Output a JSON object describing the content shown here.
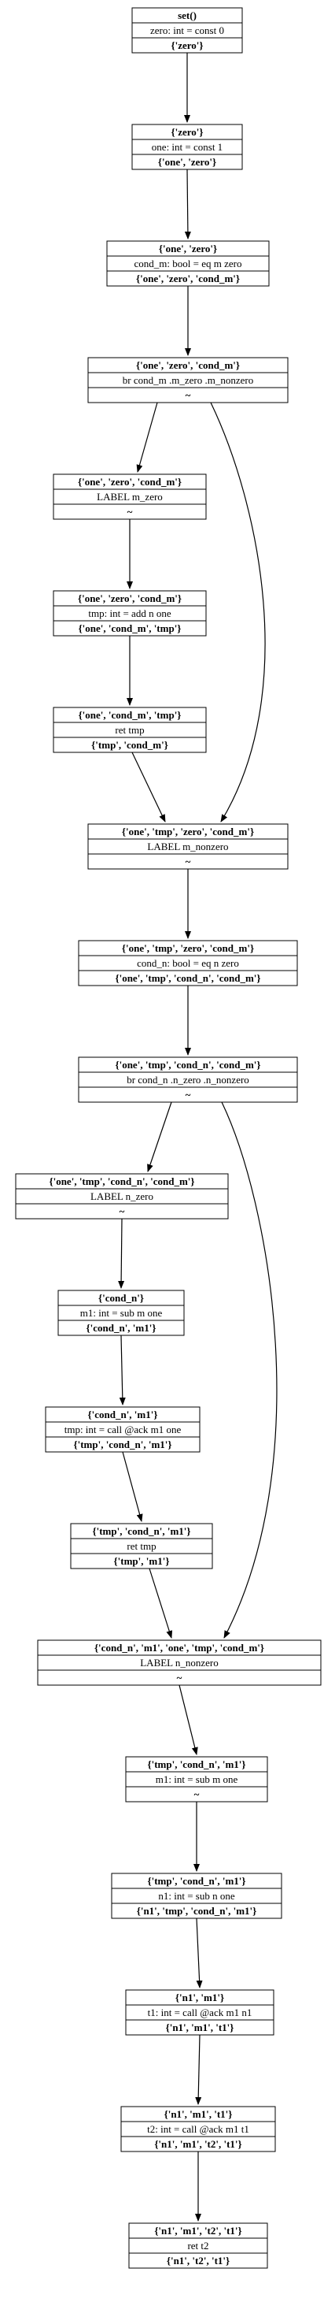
{
  "diagram": {
    "nodes": [
      {
        "id": "n0",
        "top": "set()",
        "body": "zero: int = const 0",
        "bottom": "{'zero'}"
      },
      {
        "id": "n1",
        "top": "{'zero'}",
        "body": "one: int = const 1",
        "bottom": "{'one', 'zero'}"
      },
      {
        "id": "n2",
        "top": "{'one', 'zero'}",
        "body": "cond_m: bool = eq m zero",
        "bottom": "{'one', 'zero', 'cond_m'}"
      },
      {
        "id": "n3",
        "top": "{'one', 'zero', 'cond_m'}",
        "body": "br cond_m .m_zero .m_nonzero",
        "bottom": "~"
      },
      {
        "id": "n4",
        "top": "{'one', 'zero', 'cond_m'}",
        "body": "LABEL m_zero",
        "bottom": "~"
      },
      {
        "id": "n5",
        "top": "{'one', 'zero', 'cond_m'}",
        "body": "tmp: int = add n one",
        "bottom": "{'one', 'cond_m', 'tmp'}"
      },
      {
        "id": "n6",
        "top": "{'one', 'cond_m', 'tmp'}",
        "body": "ret tmp",
        "bottom": "{'tmp', 'cond_m'}"
      },
      {
        "id": "n7",
        "top": "{'one', 'tmp', 'zero', 'cond_m'}",
        "body": "LABEL m_nonzero",
        "bottom": "~"
      },
      {
        "id": "n8",
        "top": "{'one', 'tmp', 'zero', 'cond_m'}",
        "body": "cond_n: bool = eq n zero",
        "bottom": "{'one', 'tmp', 'cond_n', 'cond_m'}"
      },
      {
        "id": "n9",
        "top": "{'one', 'tmp', 'cond_n', 'cond_m'}",
        "body": "br cond_n .n_zero .n_nonzero",
        "bottom": "~"
      },
      {
        "id": "n10",
        "top": "{'one', 'tmp', 'cond_n', 'cond_m'}",
        "body": "LABEL n_zero",
        "bottom": "~"
      },
      {
        "id": "n11",
        "top": "{'cond_n'}",
        "body": "m1: int = sub m one",
        "bottom": "{'cond_n', 'm1'}"
      },
      {
        "id": "n12",
        "top": "{'cond_n', 'm1'}",
        "body": "tmp: int = call @ack m1 one",
        "bottom": "{'tmp', 'cond_n', 'm1'}"
      },
      {
        "id": "n13",
        "top": "{'tmp', 'cond_n', 'm1'}",
        "body": "ret tmp",
        "bottom": "{'tmp', 'm1'}"
      },
      {
        "id": "n14",
        "top": "{'cond_n', 'm1', 'one', 'tmp', 'cond_m'}",
        "body": "LABEL n_nonzero",
        "bottom": "~"
      },
      {
        "id": "n15",
        "top": "{'tmp', 'cond_n', 'm1'}",
        "body": "m1: int = sub m one",
        "bottom": "~"
      },
      {
        "id": "n16",
        "top": "{'tmp', 'cond_n', 'm1'}",
        "body": "n1: int = sub n one",
        "bottom": "{'n1', 'tmp', 'cond_n', 'm1'}"
      },
      {
        "id": "n17",
        "top": "{'n1', 'm1'}",
        "body": "t1: int = call @ack m1 n1",
        "bottom": "{'n1', 'm1', 't1'}"
      },
      {
        "id": "n18",
        "top": "{'n1', 'm1', 't1'}",
        "body": "t2: int = call @ack m1 t1",
        "bottom": "{'n1', 'm1', 't2', 't1'}"
      },
      {
        "id": "n19",
        "top": "{'n1', 'm1', 't2', 't1'}",
        "body": "ret t2",
        "bottom": "{'n1', 't2', 't1'}"
      }
    ],
    "edges": [
      [
        "n0",
        "n1"
      ],
      [
        "n1",
        "n2"
      ],
      [
        "n2",
        "n3"
      ],
      [
        "n3",
        "n4"
      ],
      [
        "n3",
        "n7"
      ],
      [
        "n4",
        "n5"
      ],
      [
        "n5",
        "n6"
      ],
      [
        "n6",
        "n7"
      ],
      [
        "n7",
        "n8"
      ],
      [
        "n8",
        "n9"
      ],
      [
        "n9",
        "n10"
      ],
      [
        "n9",
        "n14"
      ],
      [
        "n10",
        "n11"
      ],
      [
        "n11",
        "n12"
      ],
      [
        "n12",
        "n13"
      ],
      [
        "n13",
        "n14"
      ],
      [
        "n14",
        "n15"
      ],
      [
        "n15",
        "n16"
      ],
      [
        "n16",
        "n17"
      ],
      [
        "n17",
        "n18"
      ],
      [
        "n18",
        "n19"
      ]
    ]
  }
}
